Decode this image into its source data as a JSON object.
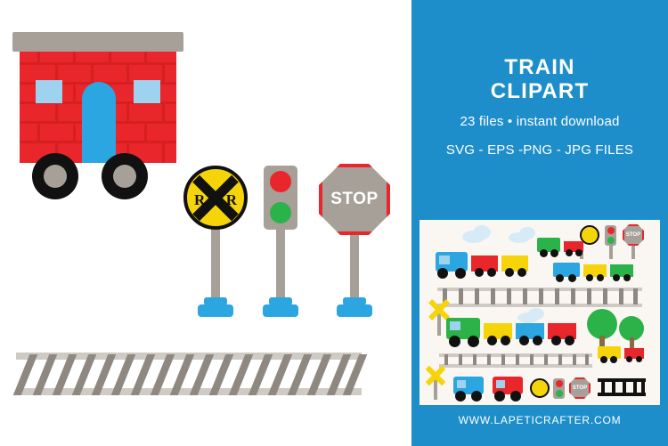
{
  "product": {
    "title_line1": "TRAIN",
    "title_line2": "CLIPART",
    "subtitle": "23 files • instant download",
    "formats": "SVG - EPS -PNG - JPG FILES",
    "website": "WWW.LAPETICRAFTER.COM"
  },
  "colors": {
    "panel_blue": "#1e8ecb",
    "red": "#e8262c",
    "gray": "#a6a098",
    "yellow": "#f5d40a",
    "green": "#2bb34a",
    "light_blue": "#2ba6e0",
    "window_blue": "#9ed2ee",
    "preview_bg": "#faf7f2"
  },
  "artwork": {
    "railroad_crossing_sign": {
      "letter_left": "R",
      "letter_right": "R"
    },
    "stop_sign": {
      "label": "STOP"
    },
    "traffic_light": {
      "top_lamp": "red",
      "bottom_lamp": "green"
    },
    "train_car": {
      "label": "train car with roof, windows and door"
    },
    "track": {
      "label": "railroad track"
    }
  },
  "preview": {
    "stop_label": "STOP",
    "caption": "clipart set preview collage"
  }
}
